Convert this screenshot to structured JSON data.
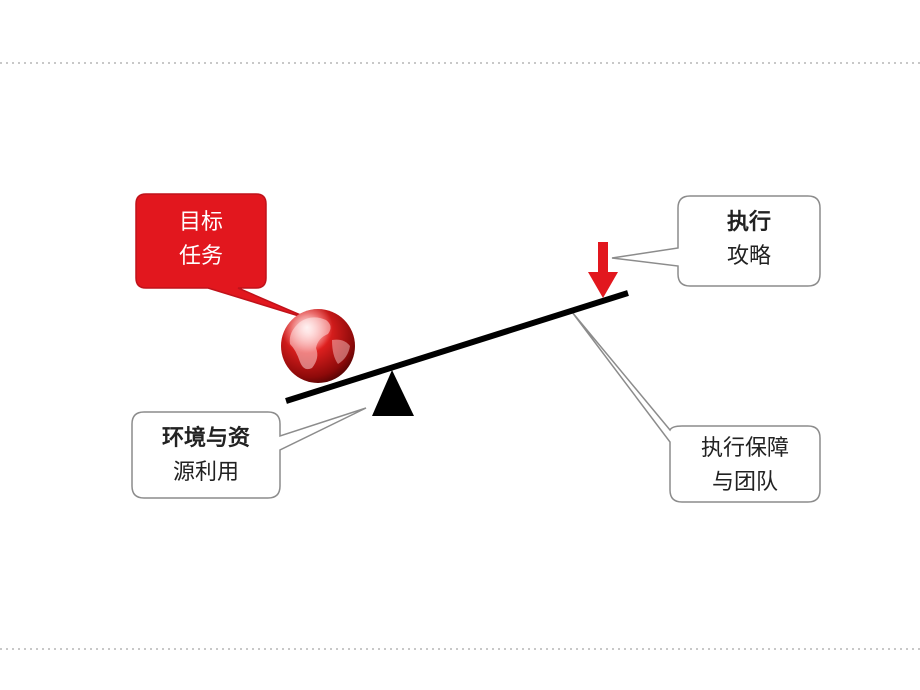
{
  "diagram": {
    "goal": {
      "line1": "目标",
      "line2": "任务"
    },
    "strategy": {
      "line1": "执行",
      "line2": "攻略"
    },
    "resources": {
      "line1": "环境与资",
      "line2": "源利用"
    },
    "team": {
      "line1": "执行保障",
      "line2": "与团队"
    }
  },
  "colors": {
    "accent_red": "#e2171e",
    "beam": "#000000",
    "callout_border": "#8c8c8c",
    "globe_icon": "globe-icon"
  }
}
